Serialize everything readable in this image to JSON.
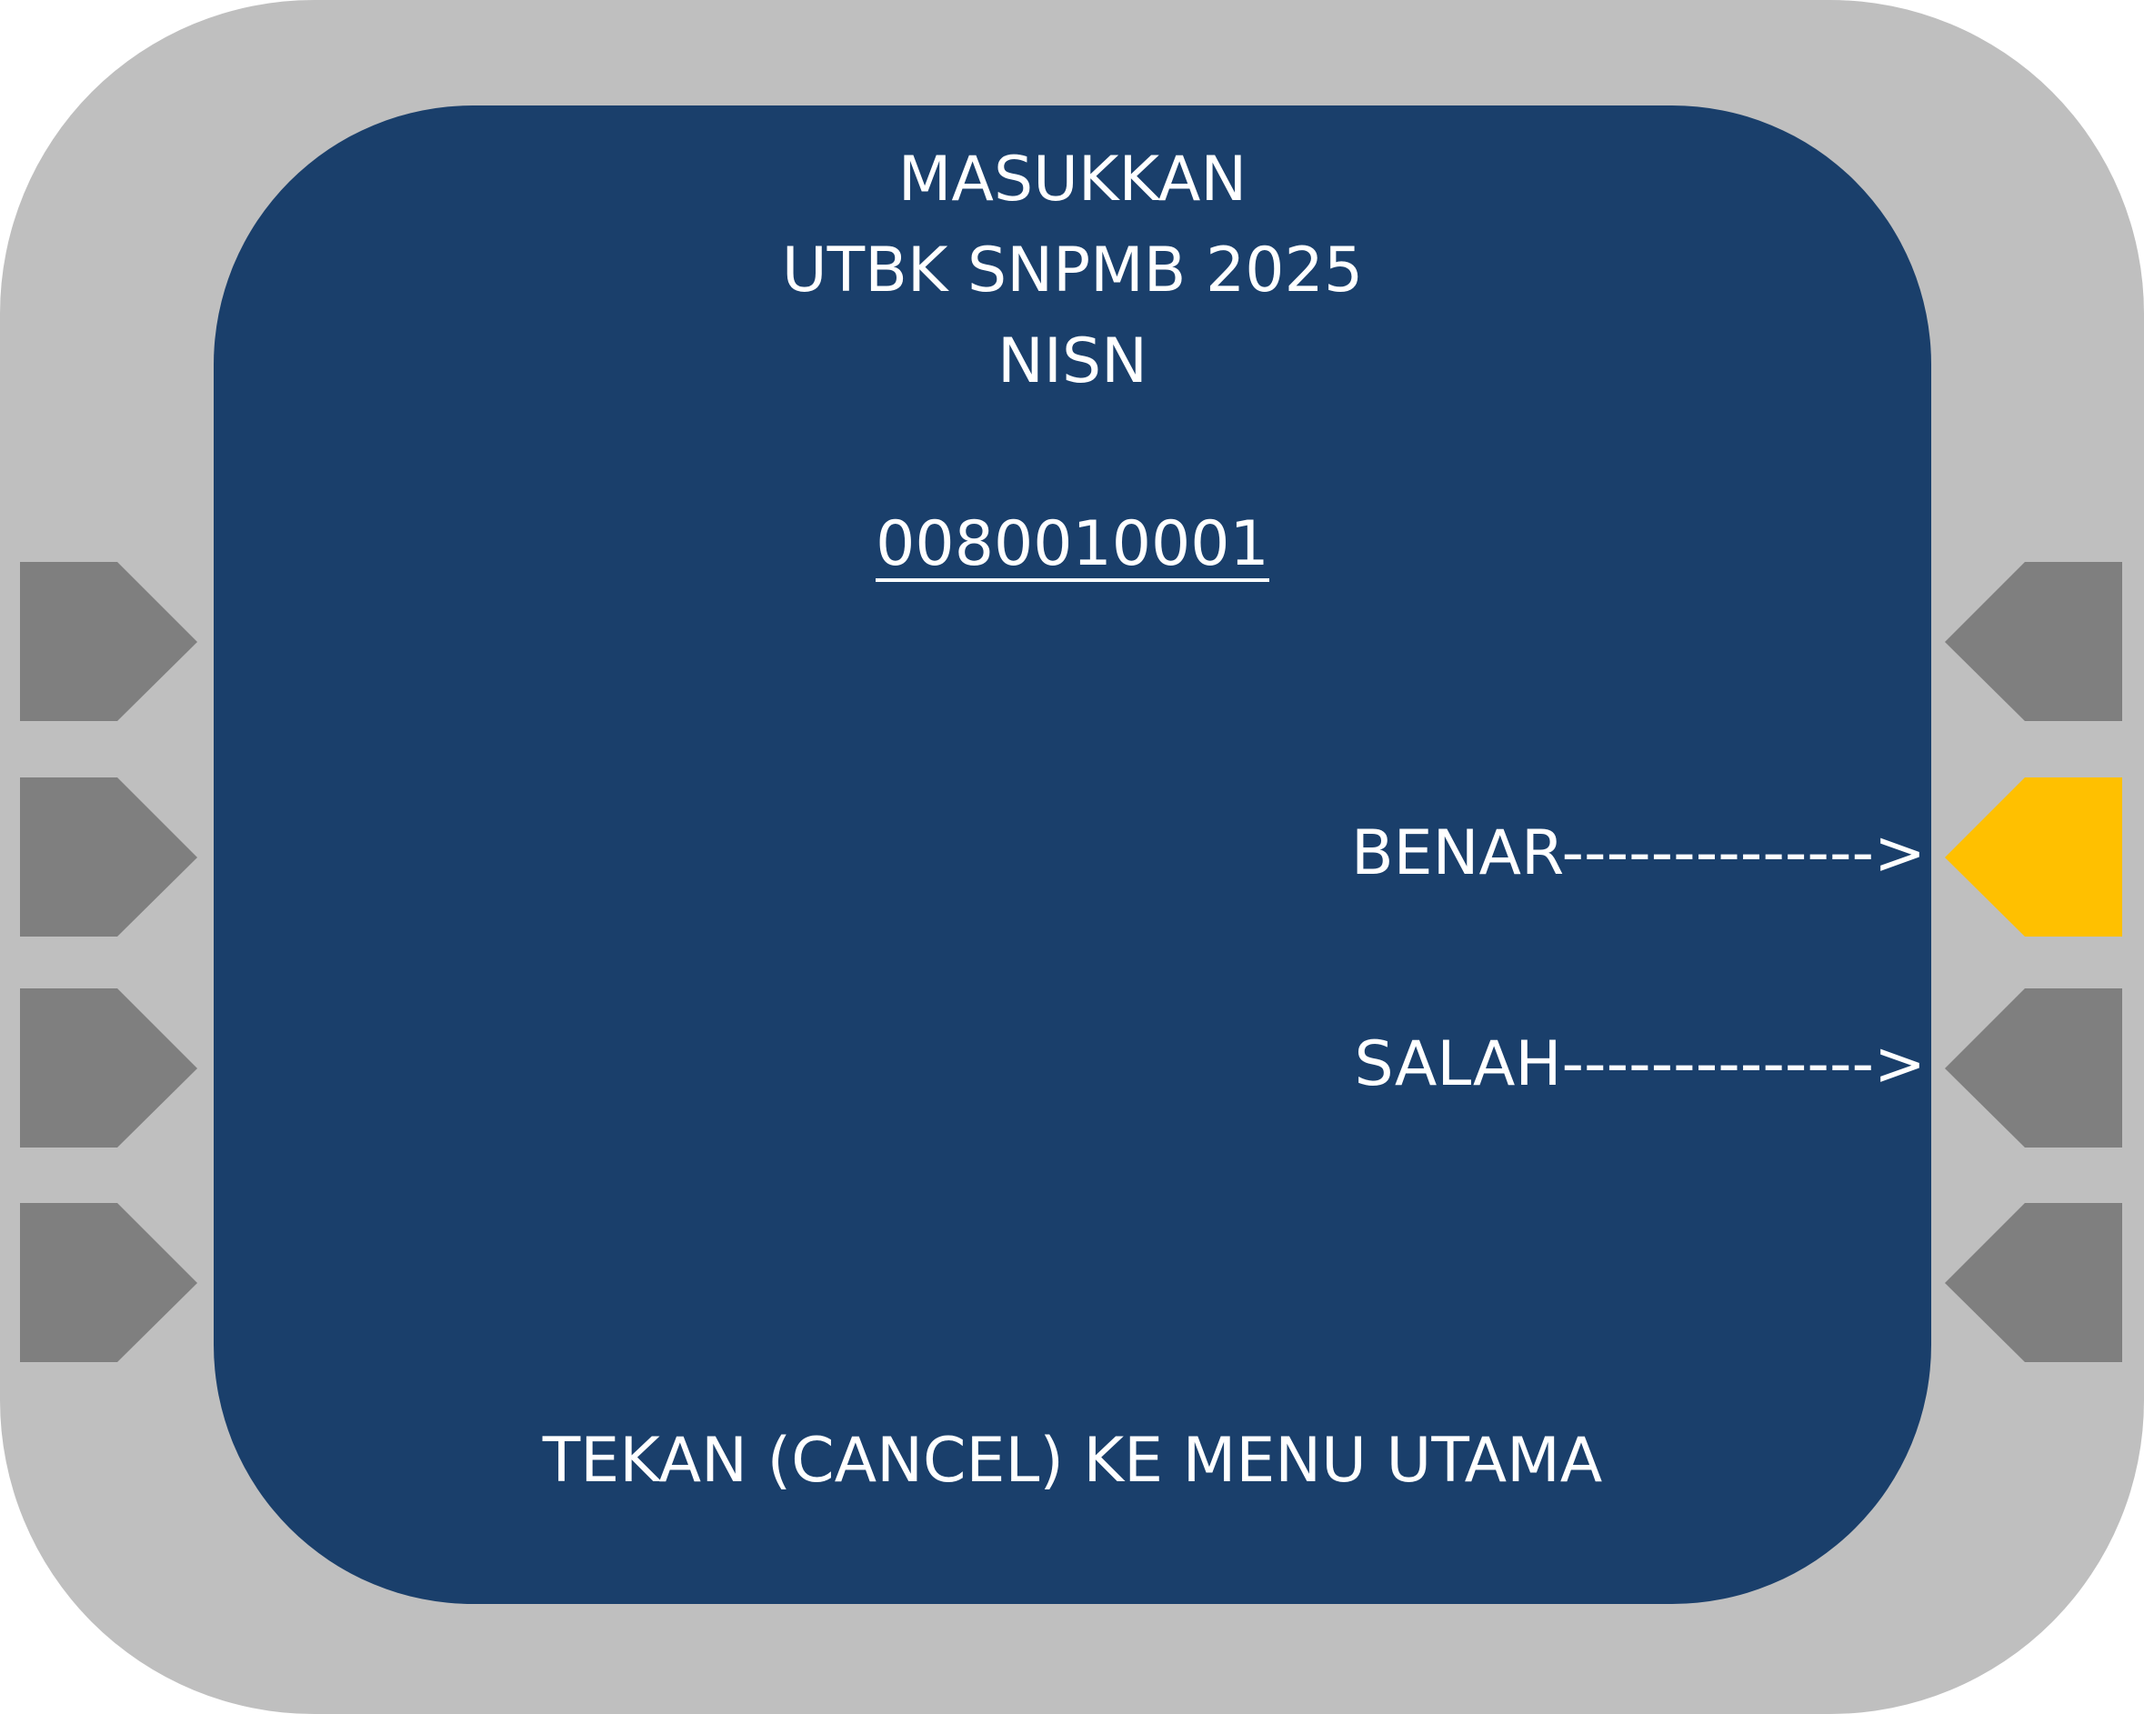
{
  "screen": {
    "title_lines": [
      "MASUKKAN",
      "UTBK SNPMB 2025",
      "NISN"
    ],
    "nisn_value": "0080010001",
    "options": {
      "benar": "BENAR-------------->",
      "salah": "SALAH-------------->"
    },
    "footer": "TEKAN (CANCEL) KE MENU UTAMA"
  },
  "side_buttons": {
    "left": [
      "left-key-1",
      "left-key-2",
      "left-key-3",
      "left-key-4"
    ],
    "right": [
      "right-key-1",
      "right-key-2",
      "right-key-3",
      "right-key-4"
    ],
    "highlighted": "right-key-2"
  },
  "colors": {
    "bezel": "#bfbfbf",
    "screen": "#1a3f6b",
    "text": "#ffffff",
    "button": "#7f7f7f",
    "button_active": "#ffc000"
  }
}
